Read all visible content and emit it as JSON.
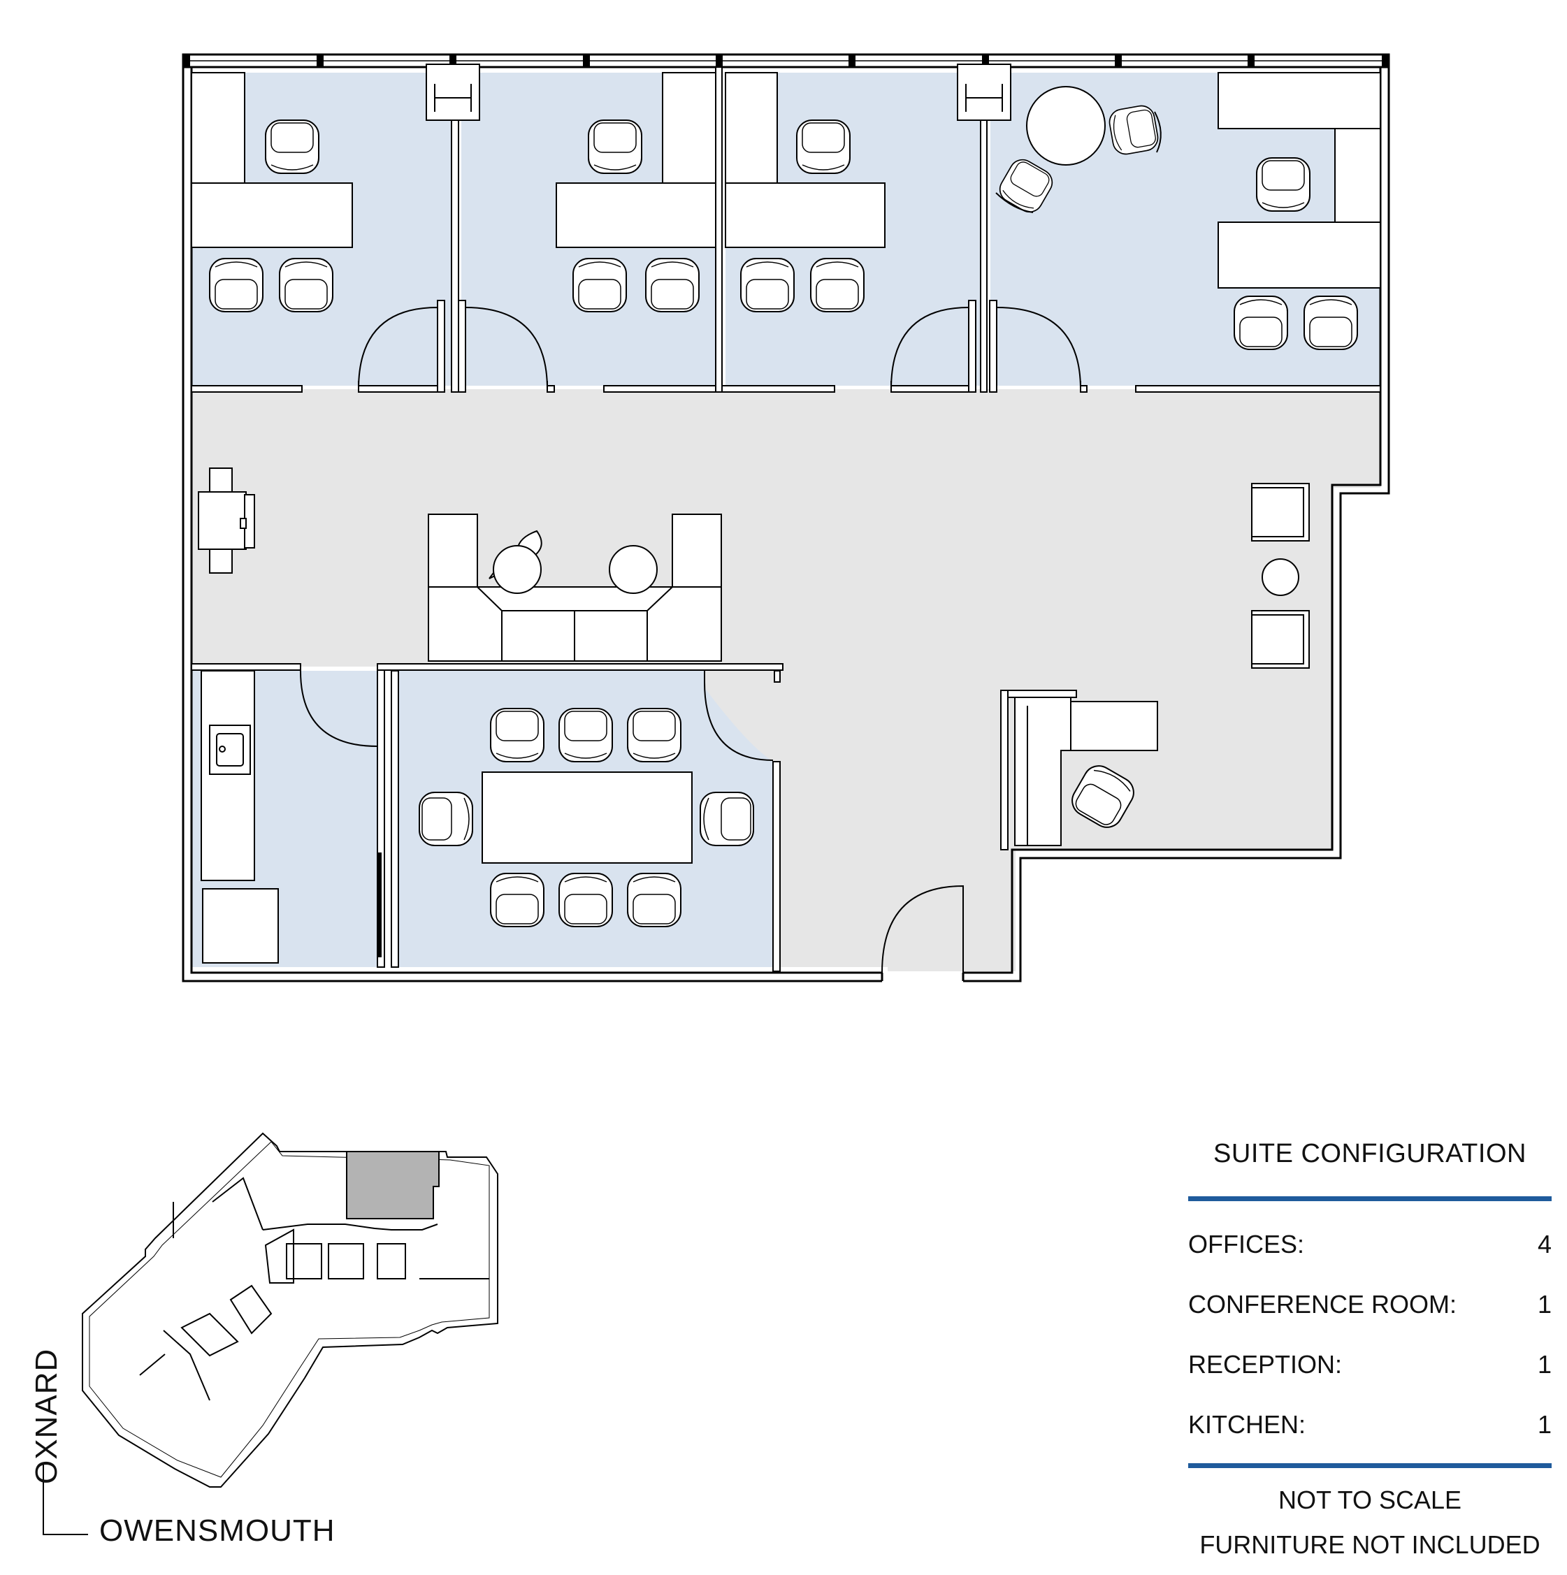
{
  "suite_configuration": {
    "title": "SUITE CONFIGURATION",
    "rows": [
      {
        "label": "OFFICES:",
        "value": "4"
      },
      {
        "label": "CONFERENCE ROOM:",
        "value": "1"
      },
      {
        "label": "RECEPTION:",
        "value": "1"
      },
      {
        "label": "KITCHEN:",
        "value": "1"
      }
    ],
    "notes": [
      "NOT TO SCALE",
      "FURNITURE NOT INCLUDED"
    ]
  },
  "streets": {
    "vertical": "OXNARD",
    "horizontal": "OWENSMOUTH"
  },
  "colors": {
    "room_fill": "#d9e3ef",
    "corridor_fill": "#e6e6e6",
    "wall": "#000000",
    "suite_highlight": "#b3b3b3",
    "accent_rule": "#1f5b9c"
  }
}
